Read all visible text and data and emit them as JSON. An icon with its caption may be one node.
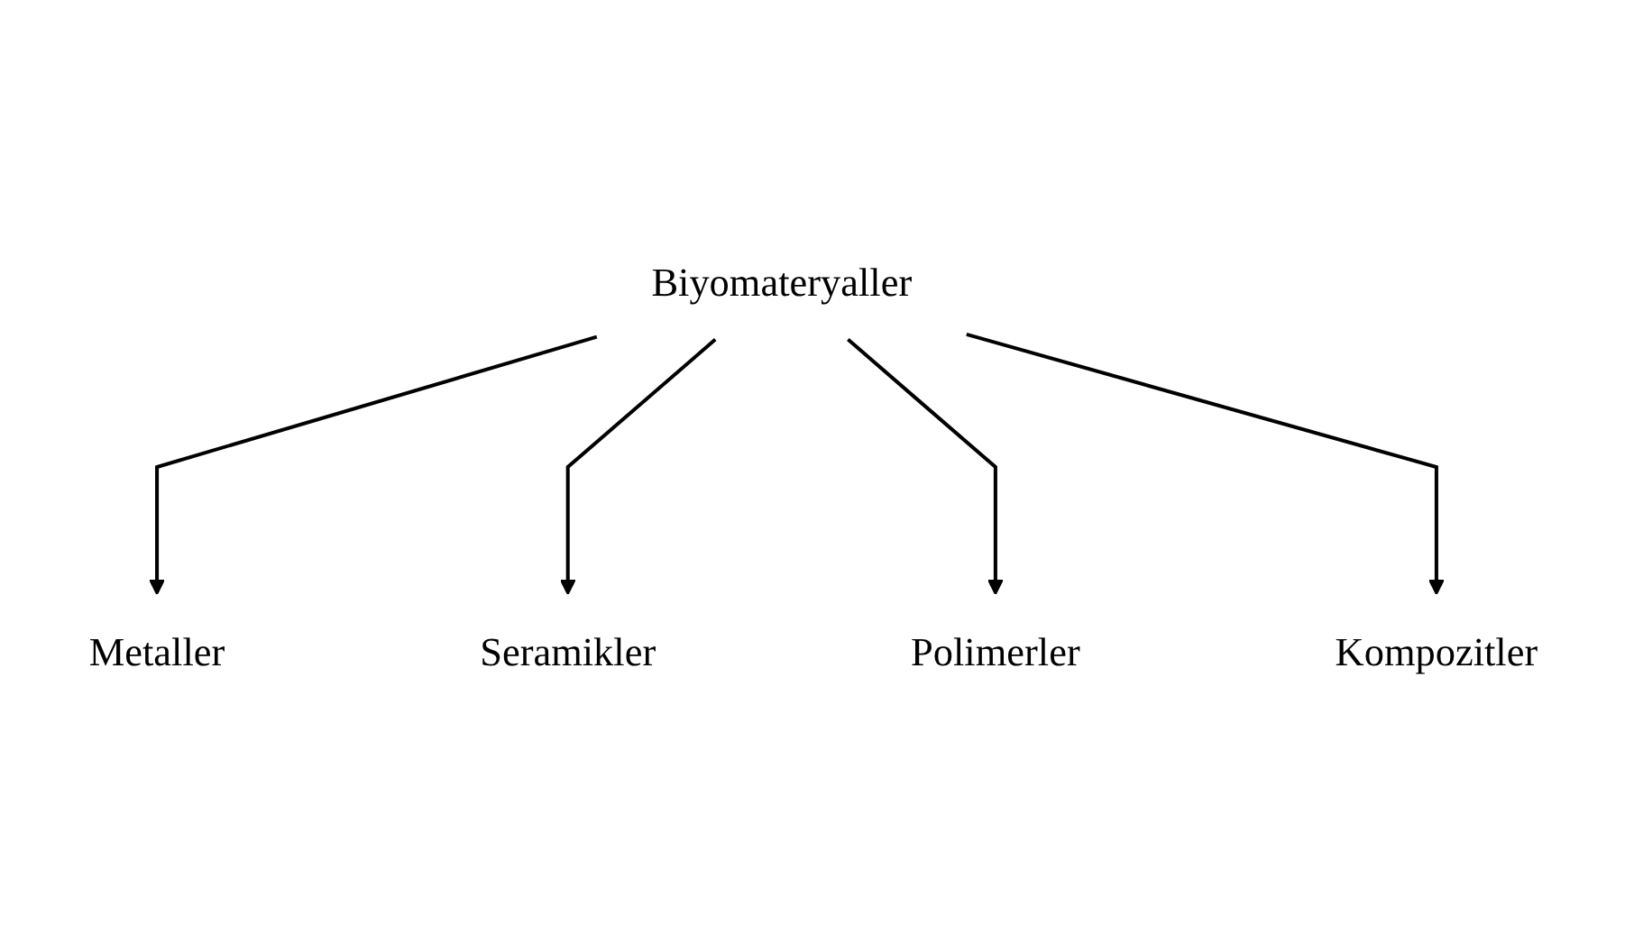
{
  "diagram": {
    "nodes": [
      {
        "text": [
          "Metaller"
        ]
      },
      {
        "text": [
          "Seramikler"
        ]
      },
      {
        "text": [
          "Biyomateryaller"
        ]
      },
      {
        "text": [
          "Polimerler"
        ]
      },
      {
        "text": [
          "Kompozitler"
        ]
      }
    ],
    "edges": [
      {
        "from": 2,
        "to": 0,
        "arrow": "to"
      },
      {
        "from": 2,
        "to": 1,
        "arrow": "to"
      },
      {
        "from": 2,
        "to": 3,
        "arrow": "to"
      },
      {
        "from": 2,
        "to": 4,
        "arrow": "to"
      }
    ]
  }
}
